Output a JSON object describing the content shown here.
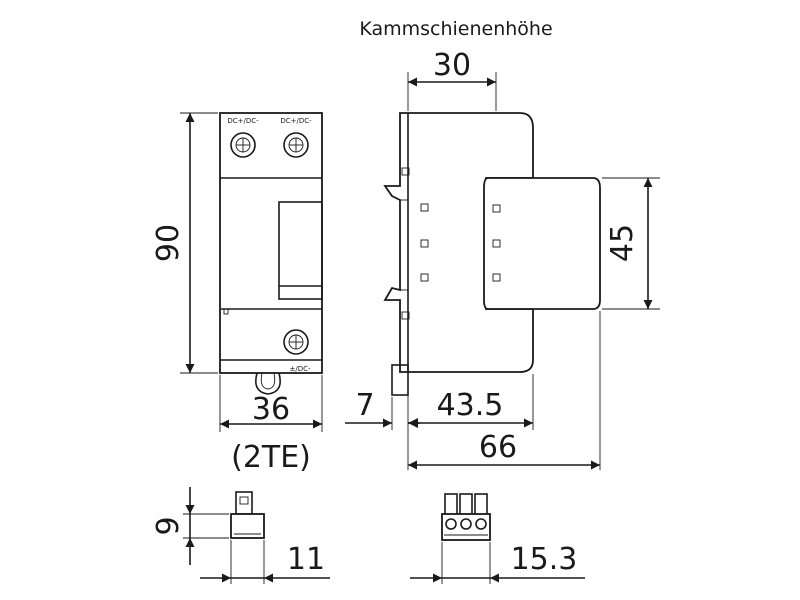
{
  "title": "Kammschienenhöhe",
  "terminals": {
    "top_left": "DC+/DC-",
    "top_right": "DC+/DC-",
    "bottom": "±/DC-"
  },
  "dimensions": {
    "height": "90",
    "width": "36",
    "width_units": "(2TE)",
    "rail_height": "30",
    "module_height": "45",
    "offset": "7",
    "depth_partial": "43.5",
    "depth_total": "66",
    "small_height": "9",
    "small_width_1": "11",
    "small_width_2": "15.3"
  }
}
